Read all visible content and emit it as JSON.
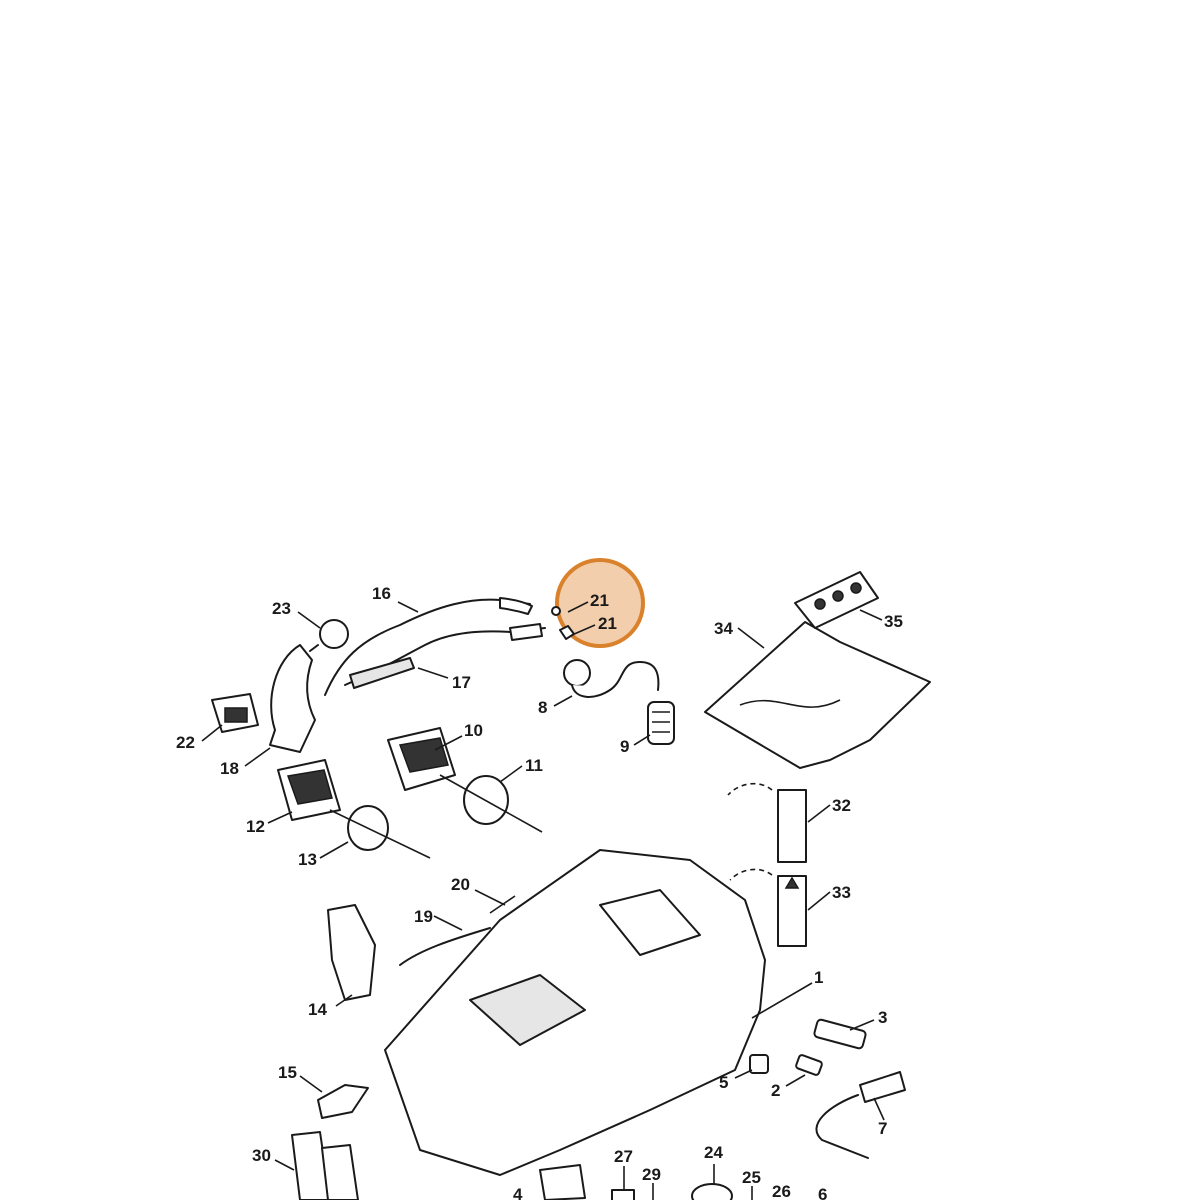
{
  "diagram": {
    "highlight_color": "#d9822b",
    "callouts": {
      "c1": "1",
      "c2": "2",
      "c3": "3",
      "c4": "4",
      "c5": "5",
      "c6": "6",
      "c7": "7",
      "c8": "8",
      "c9": "9",
      "c10": "10",
      "c11": "11",
      "c12": "12",
      "c13": "13",
      "c14": "14",
      "c15": "15",
      "c16": "16",
      "c17": "17",
      "c18": "18",
      "c19": "19",
      "c20": "20",
      "c21a": "21",
      "c21b": "21",
      "c22": "22",
      "c23": "23",
      "c24": "24",
      "c25": "25",
      "c26": "26",
      "c27": "27",
      "c29": "29",
      "c30": "30",
      "c32": "32",
      "c33": "33",
      "c34": "34",
      "c35": "35"
    }
  }
}
